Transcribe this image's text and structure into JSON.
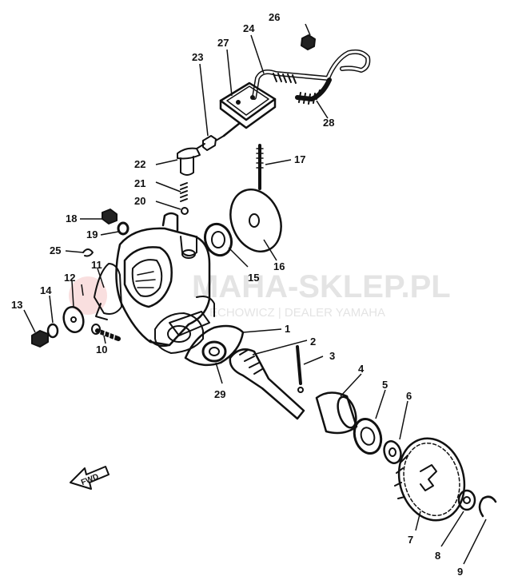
{
  "watermark": {
    "main": "MAHA-SKLEP.PL",
    "sub": "ECHOWICZ | DEALER YAMAHA",
    "logo_color": "#f2b8b8"
  },
  "direction_label": "FWD",
  "callouts": [
    {
      "id": "c1",
      "label": "1"
    },
    {
      "id": "c2",
      "label": "2"
    },
    {
      "id": "c3",
      "label": "3"
    },
    {
      "id": "c4",
      "label": "4"
    },
    {
      "id": "c5",
      "label": "5"
    },
    {
      "id": "c6",
      "label": "6"
    },
    {
      "id": "c7",
      "label": "7"
    },
    {
      "id": "c8",
      "label": "8"
    },
    {
      "id": "c9",
      "label": "9"
    },
    {
      "id": "c10",
      "label": "10"
    },
    {
      "id": "c11",
      "label": "11"
    },
    {
      "id": "c12",
      "label": "12"
    },
    {
      "id": "c13",
      "label": "13"
    },
    {
      "id": "c14",
      "label": "14"
    },
    {
      "id": "c15",
      "label": "15"
    },
    {
      "id": "c16",
      "label": "16"
    },
    {
      "id": "c17",
      "label": "17"
    },
    {
      "id": "c18",
      "label": "18"
    },
    {
      "id": "c19",
      "label": "19"
    },
    {
      "id": "c20",
      "label": "20"
    },
    {
      "id": "c21",
      "label": "21"
    },
    {
      "id": "c22",
      "label": "22"
    },
    {
      "id": "c23",
      "label": "23"
    },
    {
      "id": "c24",
      "label": "24"
    },
    {
      "id": "c25",
      "label": "25"
    },
    {
      "id": "c26",
      "label": "26"
    },
    {
      "id": "c27",
      "label": "27"
    },
    {
      "id": "c28",
      "label": "28"
    },
    {
      "id": "c29",
      "label": "29"
    }
  ]
}
